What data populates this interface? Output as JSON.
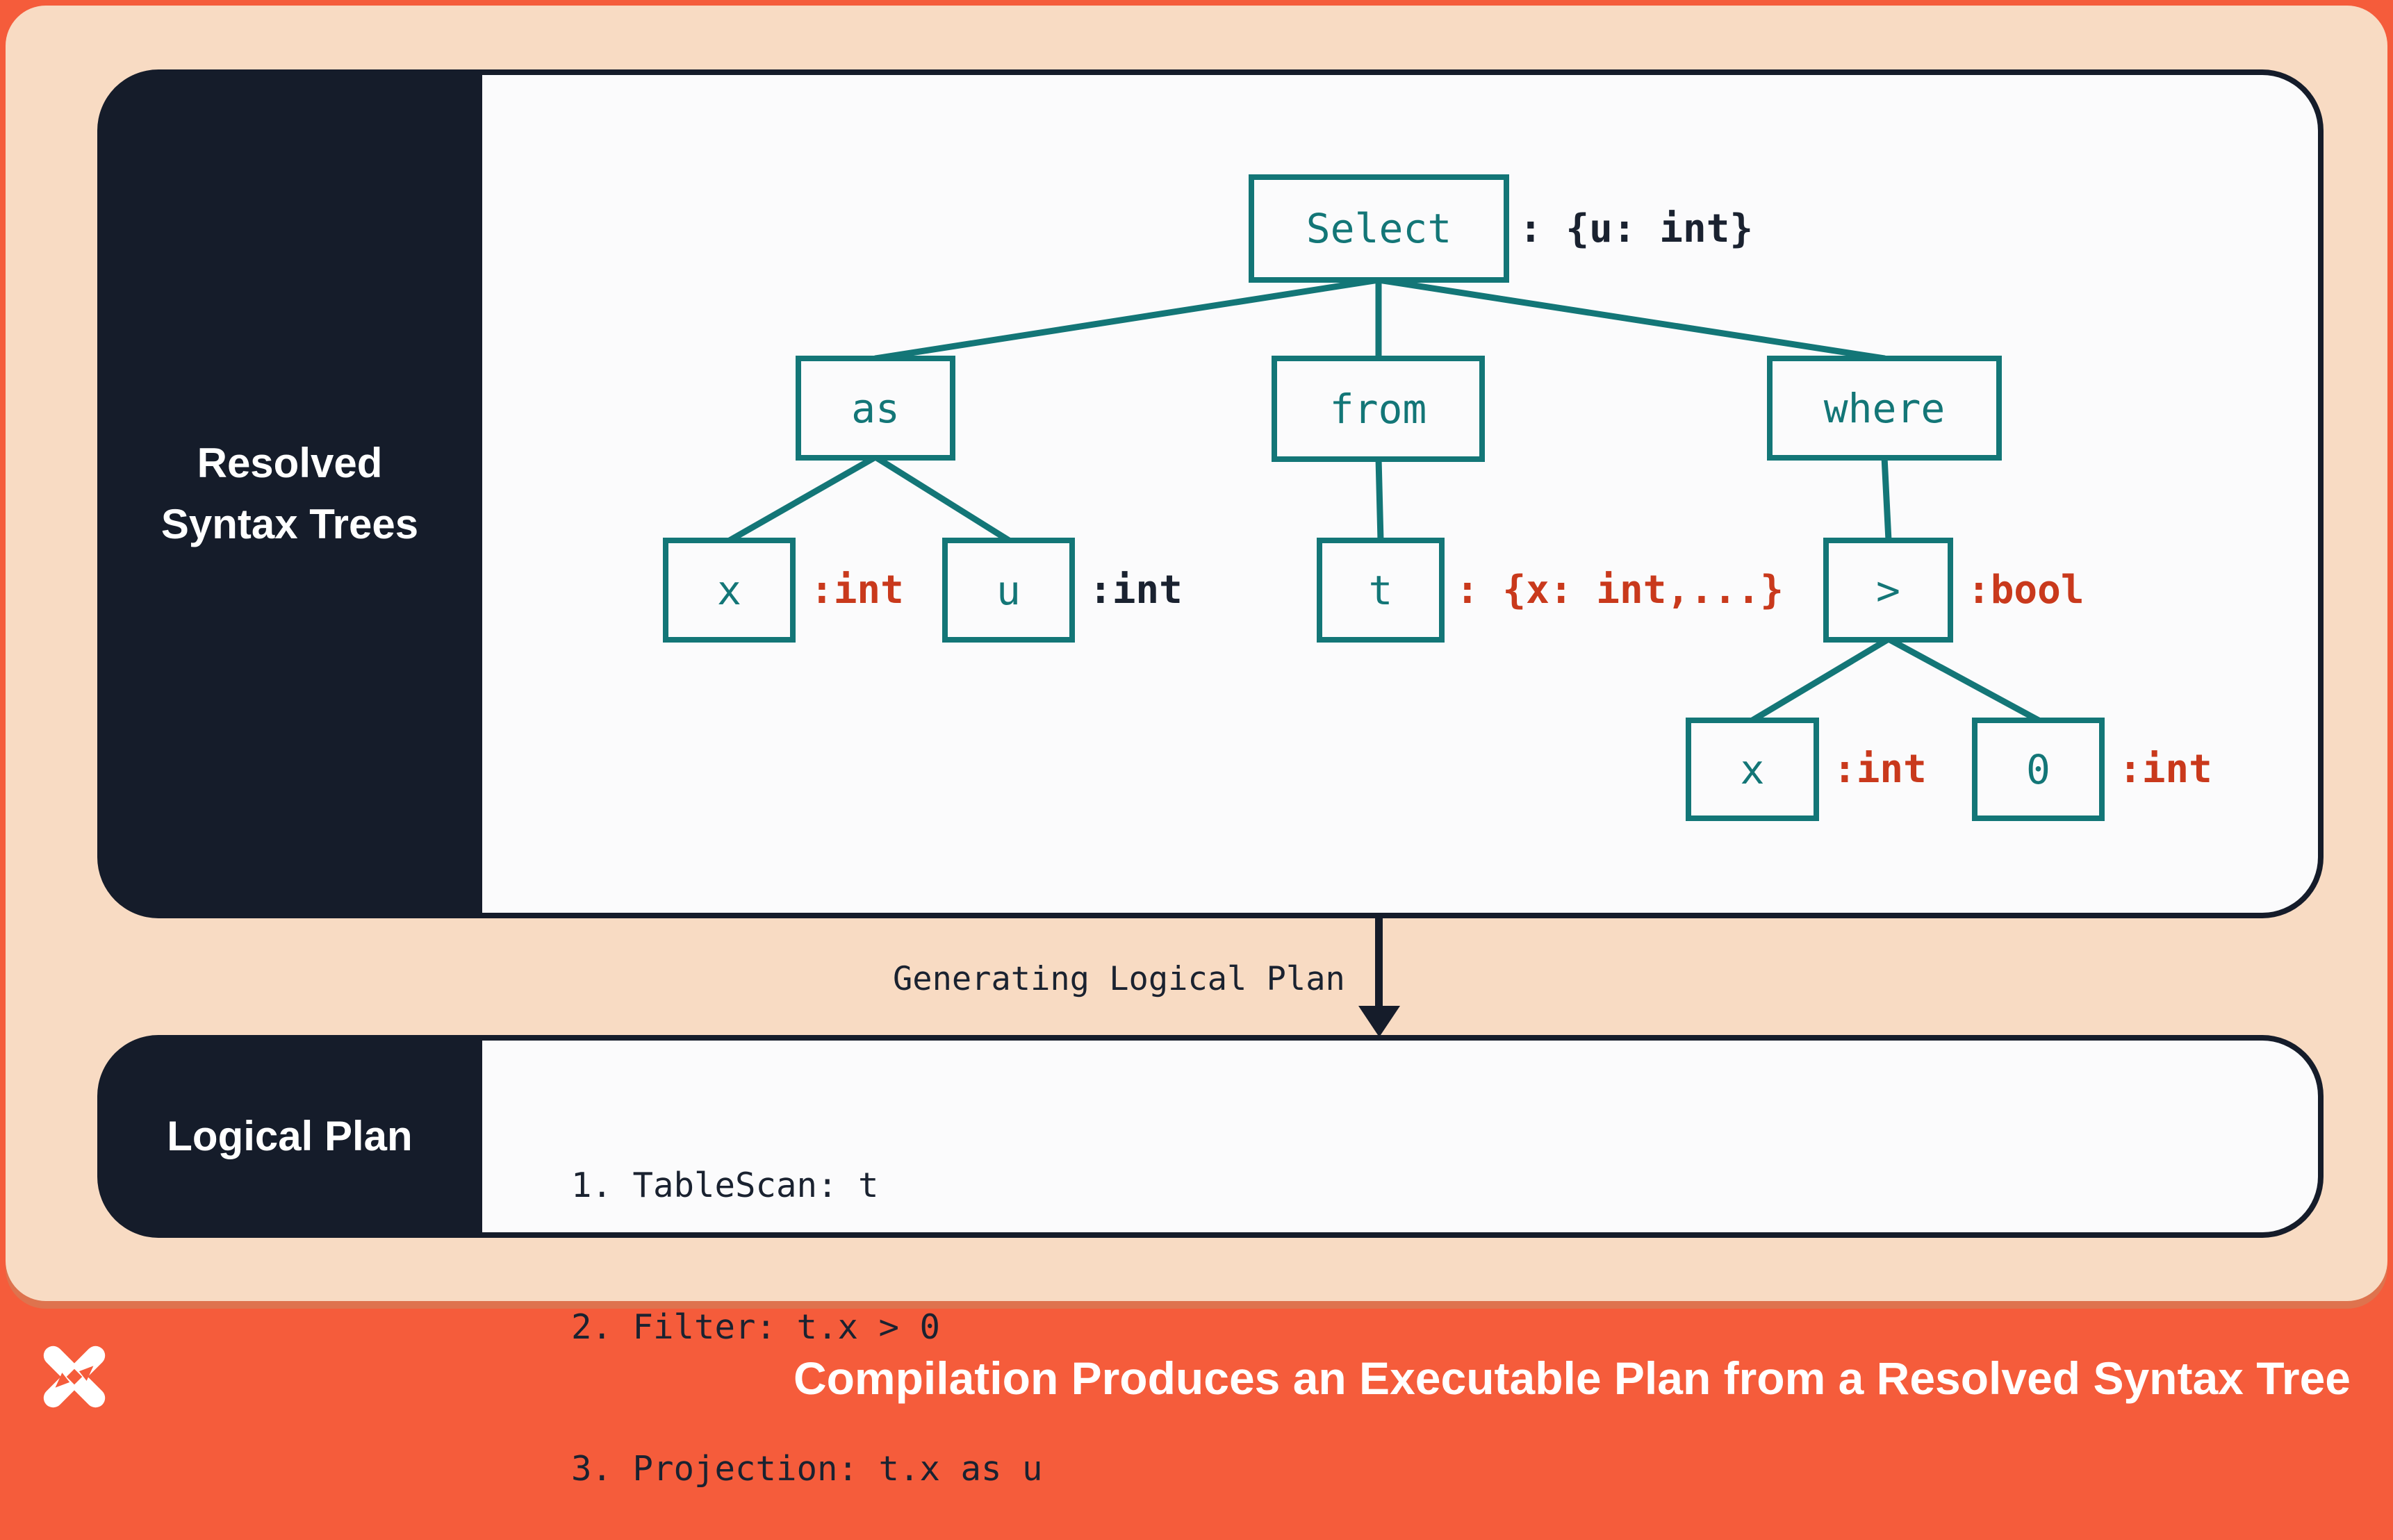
{
  "colors": {
    "orange": "#F55C3B",
    "peach": "#F8DBC3",
    "navy": "#151C2A",
    "teal": "#137677",
    "red": "#C9391C",
    "panel_white": "#FBFBFC"
  },
  "top_panel": {
    "sidebar_label_lines": [
      "Resolved",
      "Syntax Trees"
    ],
    "tree": {
      "nodes": [
        {
          "label": "Select",
          "annotation": ": {u: int}",
          "annotation_color": "dark"
        },
        {
          "label": "as"
        },
        {
          "label": "from"
        },
        {
          "label": "where"
        },
        {
          "label": "x",
          "annotation": ":int",
          "annotation_color": "red"
        },
        {
          "label": "u",
          "annotation": ":int",
          "annotation_color": "dark"
        },
        {
          "label": "t",
          "annotation": ": {x: int,...}",
          "annotation_color": "red"
        },
        {
          "label": ">",
          "annotation": ":bool",
          "annotation_color": "red"
        },
        {
          "label": "x",
          "annotation": ":int",
          "annotation_color": "red"
        },
        {
          "label": "0",
          "annotation": ":int",
          "annotation_color": "red"
        }
      ],
      "edges": [
        [
          "Select",
          "as"
        ],
        [
          "Select",
          "from"
        ],
        [
          "Select",
          "where"
        ],
        [
          "as",
          "x"
        ],
        [
          "as",
          "u"
        ],
        [
          "from",
          "t"
        ],
        [
          "where",
          ">"
        ],
        [
          ">",
          "x"
        ],
        [
          ">",
          "0"
        ]
      ]
    }
  },
  "transition": {
    "label": "Generating Logical Plan",
    "arrow_icon": "arrow-down"
  },
  "bottom_panel": {
    "sidebar_label": "Logical Plan",
    "steps": [
      "1. TableScan: t",
      "2. Filter: t.x > 0",
      "3. Projection: t.x as u"
    ]
  },
  "footer": {
    "logo_icon": "x-pinwheel-logo",
    "caption": "Compilation Produces an Executable Plan from a Resolved Syntax Tree"
  }
}
